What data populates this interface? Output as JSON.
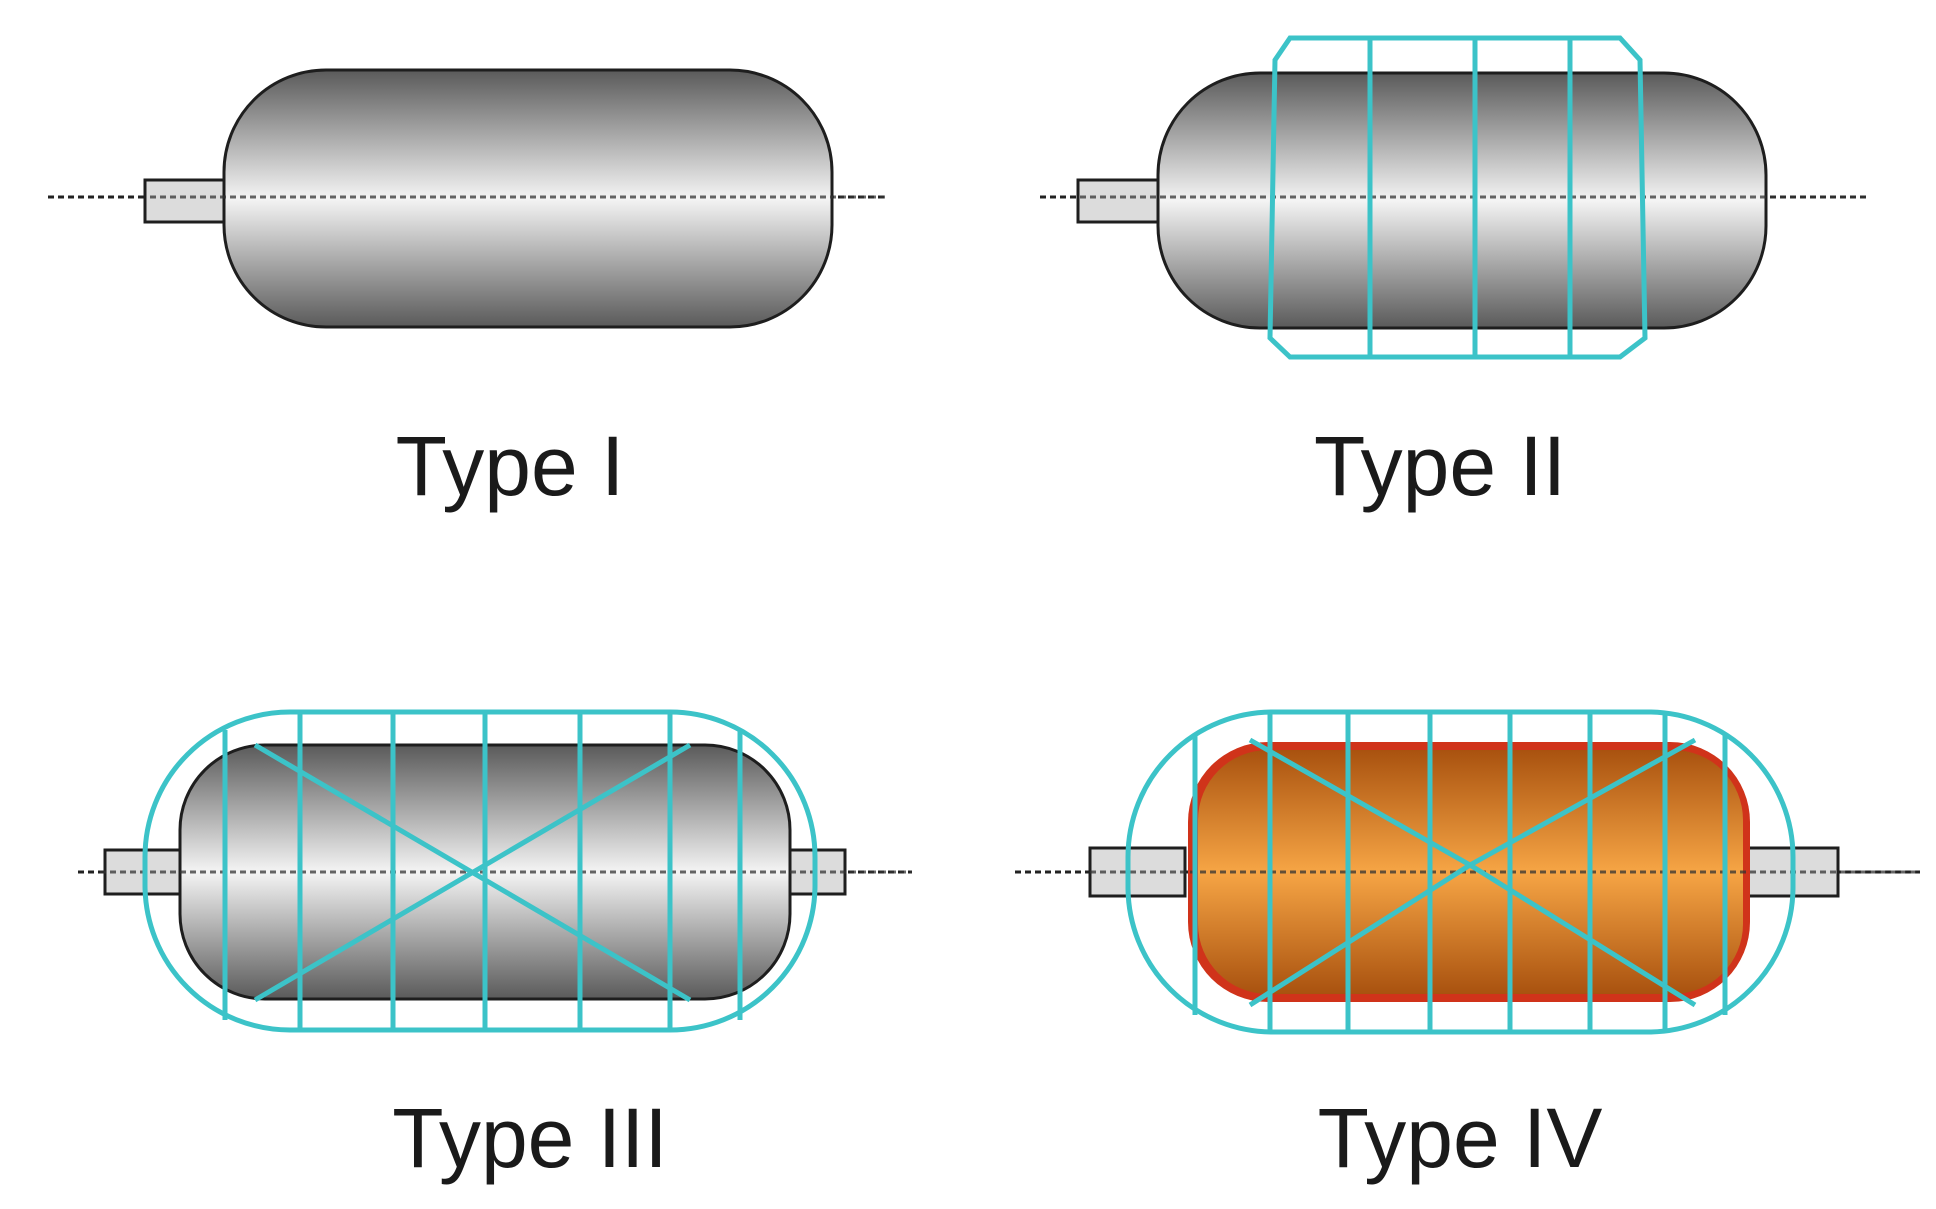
{
  "tanks": [
    {
      "label": "Type I",
      "liner": "metal",
      "wrap": "none",
      "ports": 1
    },
    {
      "label": "Type II",
      "liner": "metal",
      "wrap": "hoop",
      "ports": 1
    },
    {
      "label": "Type III",
      "liner": "metal",
      "wrap": "full",
      "ports": 2
    },
    {
      "label": "Type IV",
      "liner": "polymer",
      "wrap": "full",
      "ports": 2
    }
  ],
  "colors": {
    "metal_dark": "#5a5a5a",
    "metal_light": "#f2f2f2",
    "polymer_dark": "#a9520f",
    "polymer_light": "#f4a040",
    "polymer_edge": "#d0331a",
    "fiber": "#3cc3c8",
    "outline": "#1e1e1e",
    "axis": "#222222",
    "port_fill": "#dcdcdc"
  }
}
